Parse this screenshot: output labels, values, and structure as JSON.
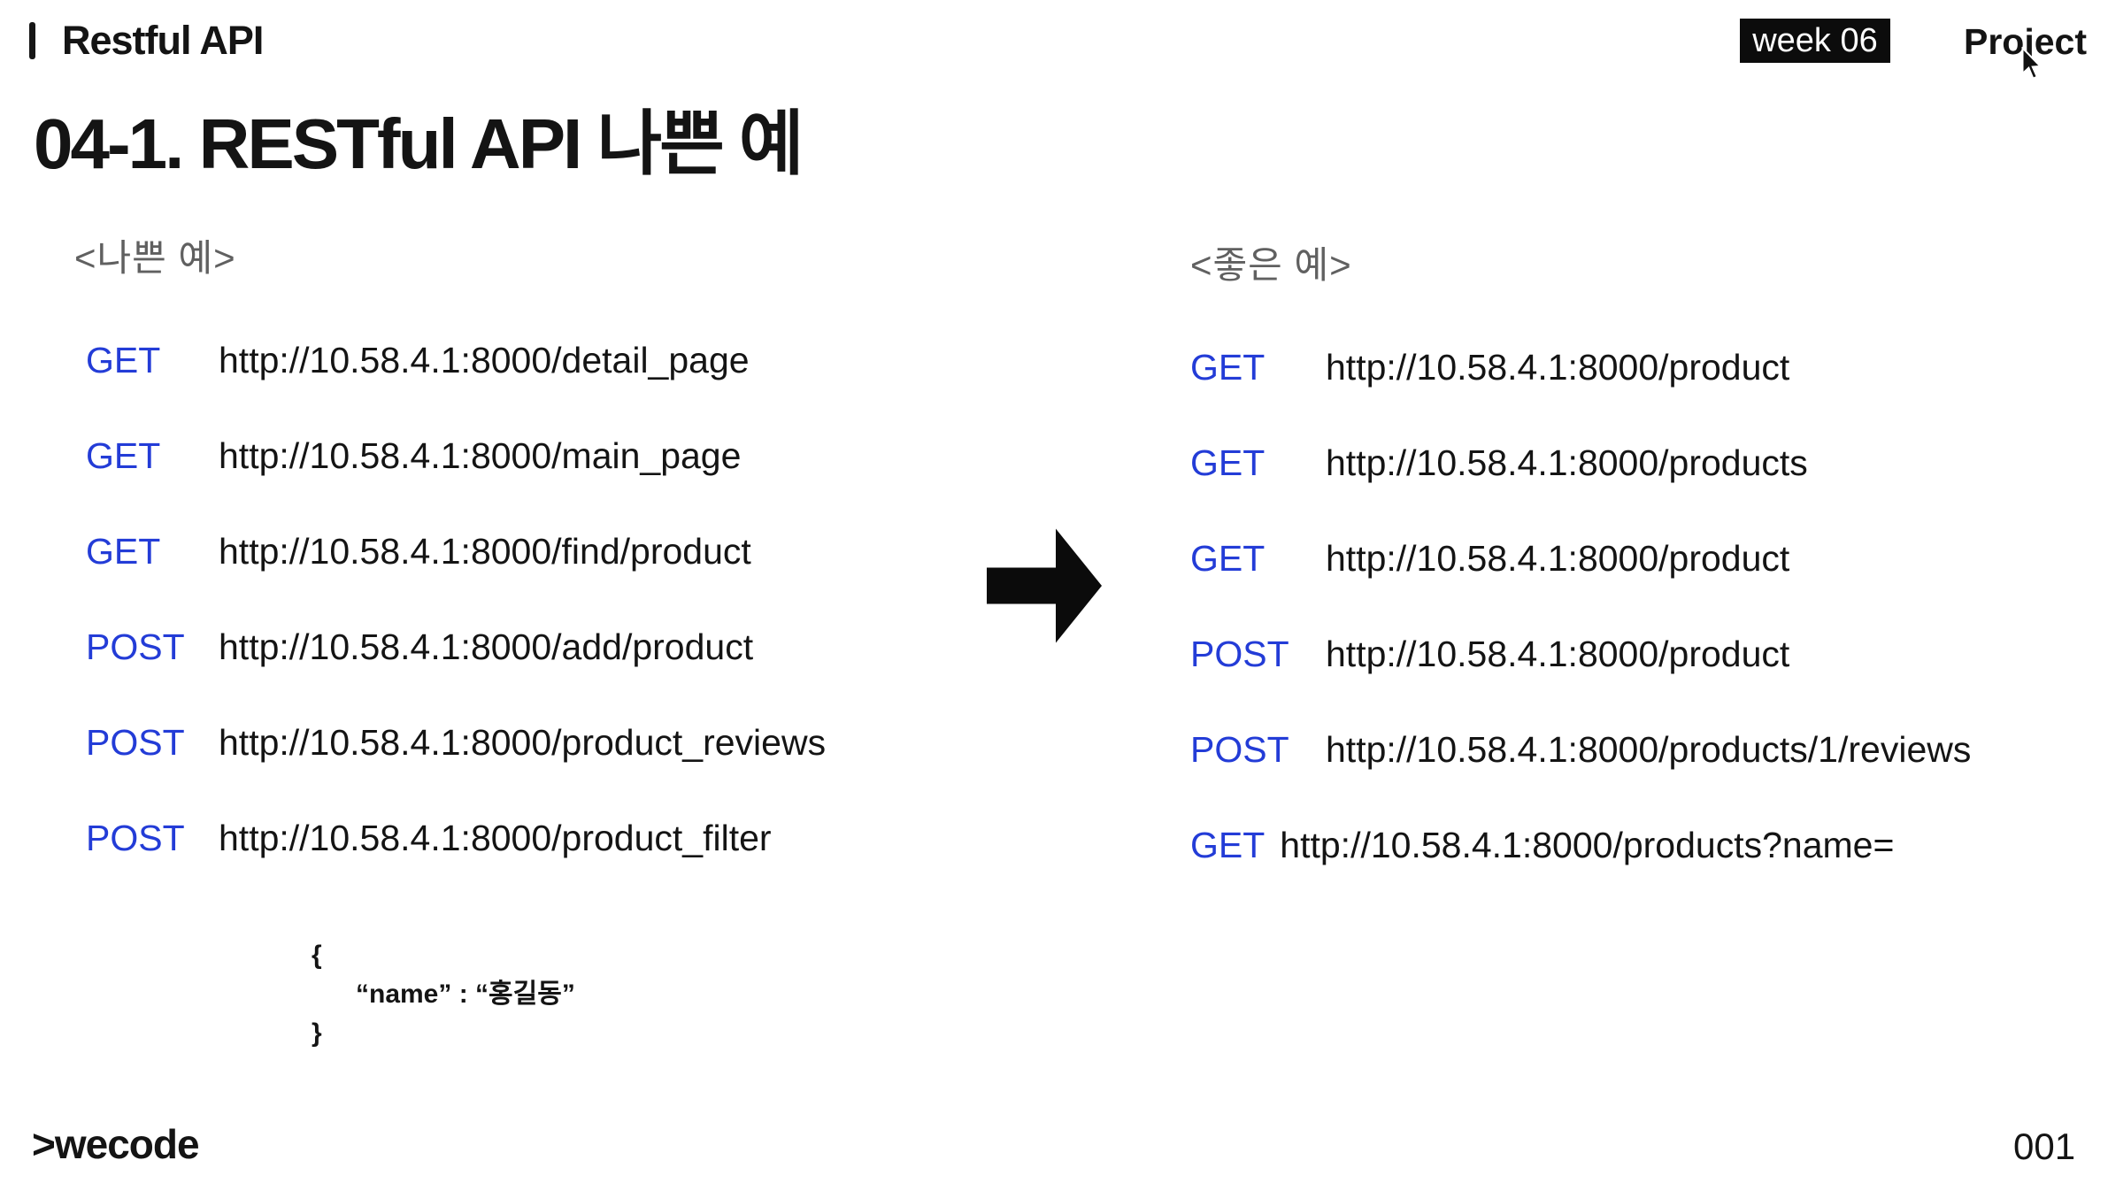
{
  "header": {
    "title": "Restful API",
    "week_badge": "week 06",
    "project_label": "Project"
  },
  "slide_title": "04-1. RESTful API 나쁜 예",
  "bad_examples": {
    "heading": "<나쁜 예>",
    "rows": [
      {
        "method": "GET",
        "url": "http://10.58.4.1:8000/detail_page"
      },
      {
        "method": "GET",
        "url": "http://10.58.4.1:8000/main_page"
      },
      {
        "method": "GET",
        "url": "http://10.58.4.1:8000/find/product"
      },
      {
        "method": "POST",
        "url": "http://10.58.4.1:8000/add/product"
      },
      {
        "method": "POST",
        "url": "http://10.58.4.1:8000/product_reviews"
      },
      {
        "method": "POST",
        "url": "http://10.58.4.1:8000/product_filter"
      }
    ]
  },
  "good_examples": {
    "heading": "<좋은 예>",
    "rows": [
      {
        "method": "GET",
        "url": "http://10.58.4.1:8000/product"
      },
      {
        "method": "GET",
        "url": "http://10.58.4.1:8000/products"
      },
      {
        "method": "GET",
        "url": "http://10.58.4.1:8000/product"
      },
      {
        "method": "POST",
        "url": "http://10.58.4.1:8000/product"
      },
      {
        "method": "POST",
        "url": "http://10.58.4.1:8000/products/1/reviews"
      },
      {
        "method": "GET",
        "url": "http://10.58.4.1:8000/products?name="
      }
    ]
  },
  "json_snippet": {
    "open_brace": "{",
    "body": "“name” : “홍길동”",
    "close_brace": "}"
  },
  "footer": {
    "logo": ">wecode",
    "page_number": "001"
  },
  "colors": {
    "method_blue": "#233cd7",
    "text_black": "#141414",
    "heading_gray": "#606060",
    "badge_bg": "#0c0c0c",
    "badge_text": "#ffffff",
    "arrow_black": "#0b0b0b"
  }
}
